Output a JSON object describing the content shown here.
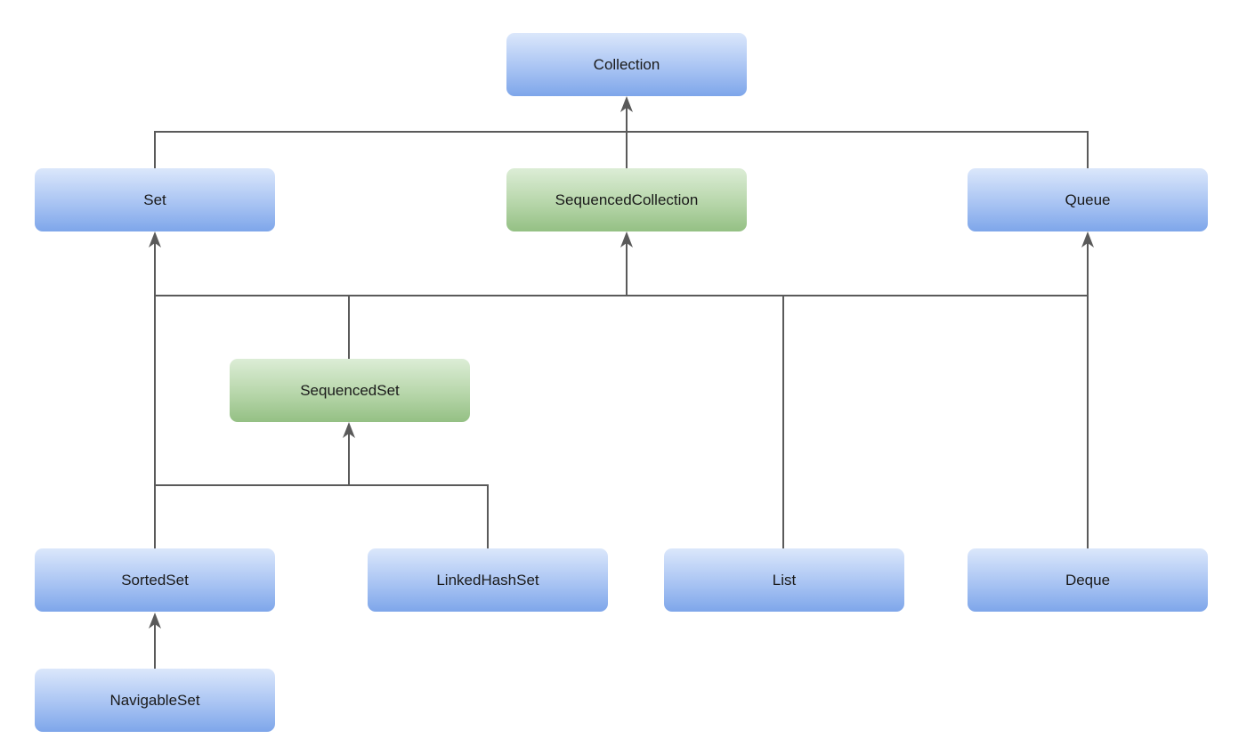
{
  "diagram": {
    "nodes": {
      "collection": "Collection",
      "set": "Set",
      "sequenced_collection": "SequencedCollection",
      "queue": "Queue",
      "sequenced_set": "SequencedSet",
      "sorted_set": "SortedSet",
      "linked_hash_set": "LinkedHashSet",
      "list": "List",
      "deque": "Deque",
      "navigable_set": "NavigableSet"
    },
    "node_styles": {
      "interface_color": "#7ea6ea",
      "sequenced_color": "#94c084",
      "connector_color": "#5a5a5a"
    },
    "edges": [
      {
        "from": "set",
        "to": "collection"
      },
      {
        "from": "sequenced_collection",
        "to": "collection"
      },
      {
        "from": "queue",
        "to": "collection"
      },
      {
        "from": "sequenced_set",
        "to": "set"
      },
      {
        "from": "sequenced_set",
        "to": "sequenced_collection"
      },
      {
        "from": "list",
        "to": "sequenced_collection"
      },
      {
        "from": "deque",
        "to": "sequenced_collection"
      },
      {
        "from": "deque",
        "to": "queue"
      },
      {
        "from": "sorted_set",
        "to": "set"
      },
      {
        "from": "sorted_set",
        "to": "sequenced_set"
      },
      {
        "from": "linked_hash_set",
        "to": "sequenced_set"
      },
      {
        "from": "navigable_set",
        "to": "sorted_set"
      }
    ]
  }
}
